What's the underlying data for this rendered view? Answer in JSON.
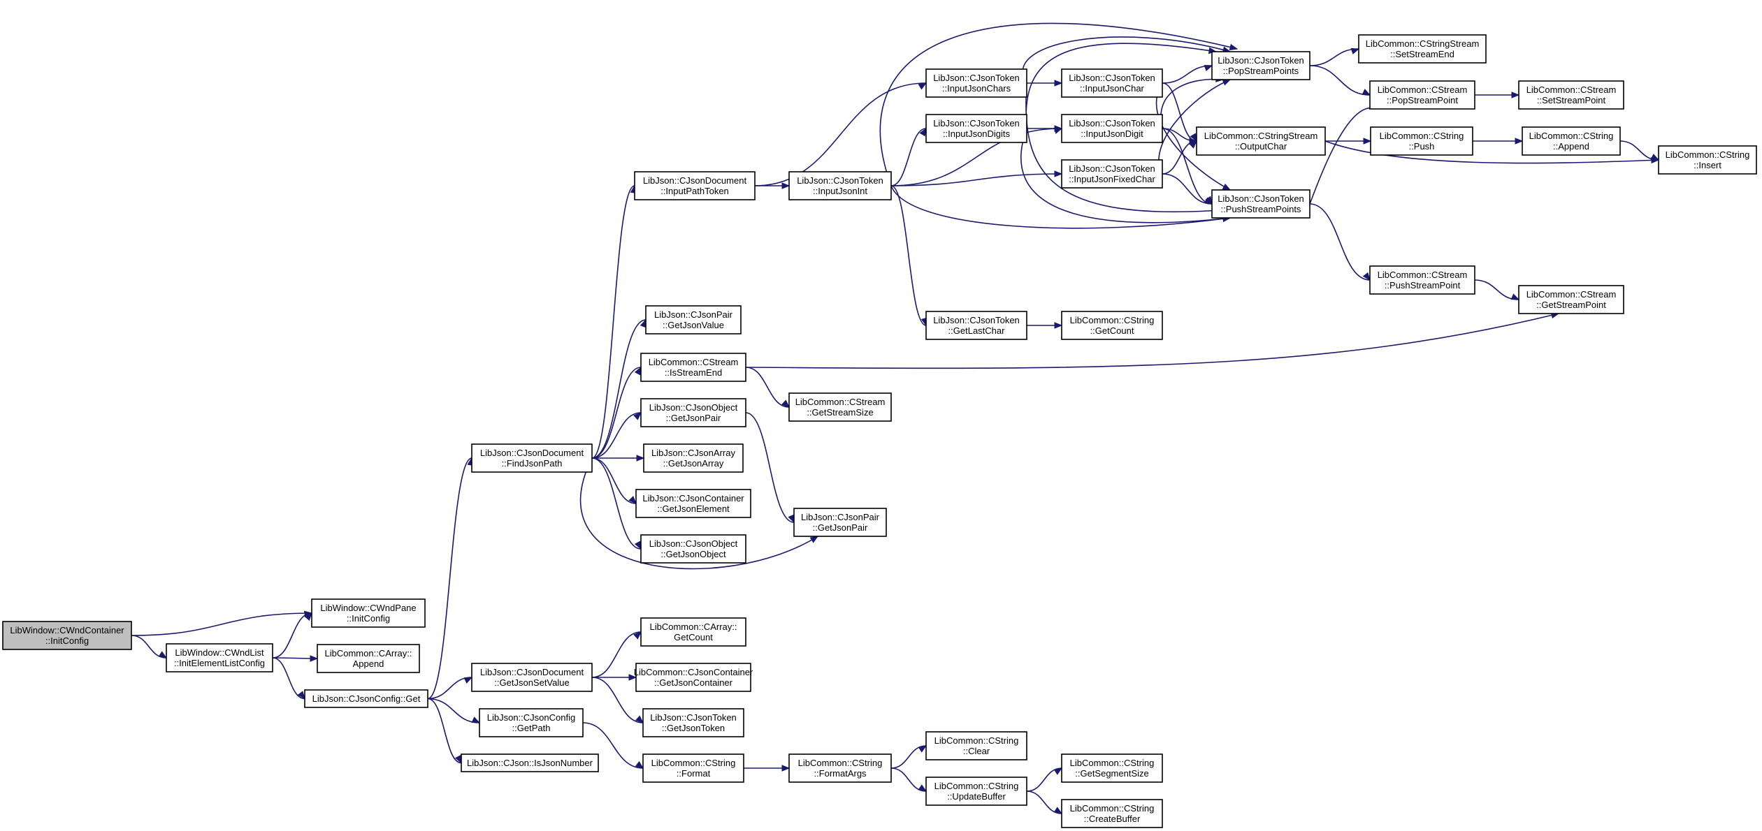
{
  "graph": {
    "edge_color": "#191970",
    "node_fill": "#ffffff",
    "root_fill": "#bfbfbf",
    "border_color": "#000000",
    "nodes": [
      {
        "id": "n0",
        "lines": [
          "LibWindow::CWndContainer",
          "::InitConfig"
        ],
        "root": true
      },
      {
        "id": "n1",
        "lines": [
          "LibWindow::CWndPane",
          "::InitConfig"
        ]
      },
      {
        "id": "n2",
        "lines": [
          "LibWindow::CWndList",
          "::InitElementListConfig"
        ]
      },
      {
        "id": "n3",
        "lines": [
          "LibCommon::CArray::",
          "Append"
        ]
      },
      {
        "id": "n4",
        "lines": [
          "LibJson::CJsonConfig::Get"
        ]
      },
      {
        "id": "n5",
        "lines": [
          "LibJson::CJsonDocument",
          "::FindJsonPath"
        ]
      },
      {
        "id": "n6",
        "lines": [
          "LibJson::CJsonDocument",
          "::GetJsonSetValue"
        ]
      },
      {
        "id": "n7",
        "lines": [
          "LibJson::CJsonConfig",
          "::GetPath"
        ]
      },
      {
        "id": "n8",
        "lines": [
          "LibJson::CJson::IsJsonNumber"
        ]
      },
      {
        "id": "n9",
        "lines": [
          "LibJson::CJsonDocument",
          "::InputPathToken"
        ]
      },
      {
        "id": "n10",
        "lines": [
          "LibJson::CJsonPair",
          "::GetJsonValue"
        ]
      },
      {
        "id": "n11",
        "lines": [
          "LibCommon::CStream",
          "::IsStreamEnd"
        ]
      },
      {
        "id": "n12",
        "lines": [
          "LibJson::CJsonObject",
          "::GetJsonPair"
        ]
      },
      {
        "id": "n13",
        "lines": [
          "LibJson::CJsonArray",
          "::GetJsonArray"
        ]
      },
      {
        "id": "n14",
        "lines": [
          "LibJson::CJsonContainer",
          "::GetJsonElement"
        ]
      },
      {
        "id": "n15",
        "lines": [
          "LibJson::CJsonObject",
          "::GetJsonObject"
        ]
      },
      {
        "id": "n16",
        "lines": [
          "LibCommon::CArray::",
          "GetCount"
        ]
      },
      {
        "id": "n17",
        "lines": [
          "LibCommon::CJsonContainer",
          "::GetJsonContainer"
        ]
      },
      {
        "id": "n18",
        "lines": [
          "LibJson::CJsonToken",
          "::GetJsonToken"
        ]
      },
      {
        "id": "n19",
        "lines": [
          "LibCommon::CString",
          "::Format"
        ]
      },
      {
        "id": "n20",
        "lines": [
          "LibJson::CJsonToken",
          "::InputJsonInt"
        ]
      },
      {
        "id": "n21",
        "lines": [
          "LibCommon::CStream",
          "::GetStreamSize"
        ]
      },
      {
        "id": "n22",
        "lines": [
          "LibJson::CJsonPair",
          "::GetJsonPair"
        ]
      },
      {
        "id": "n23",
        "lines": [
          "LibCommon::CString",
          "::FormatArgs"
        ]
      },
      {
        "id": "n24",
        "lines": [
          "LibJson::CJsonToken",
          "::InputJsonChars"
        ]
      },
      {
        "id": "n25",
        "lines": [
          "LibJson::CJsonToken",
          "::InputJsonDigits"
        ]
      },
      {
        "id": "n26",
        "lines": [
          "LibJson::CJsonToken",
          "::GetLastChar"
        ]
      },
      {
        "id": "n27",
        "lines": [
          "LibCommon::CString",
          "::Clear"
        ]
      },
      {
        "id": "n28",
        "lines": [
          "LibCommon::CString",
          "::UpdateBuffer"
        ]
      },
      {
        "id": "n29",
        "lines": [
          "LibJson::CJsonToken",
          "::InputJsonChar"
        ]
      },
      {
        "id": "n30",
        "lines": [
          "LibJson::CJsonToken",
          "::InputJsonDigit"
        ]
      },
      {
        "id": "n31",
        "lines": [
          "LibJson::CJsonToken",
          "::InputJsonFixedChar"
        ]
      },
      {
        "id": "n32",
        "lines": [
          "LibCommon::CString",
          "::GetCount"
        ]
      },
      {
        "id": "n33",
        "lines": [
          "LibCommon::CString",
          "::GetSegmentSize"
        ]
      },
      {
        "id": "n34",
        "lines": [
          "LibCommon::CString",
          "::CreateBuffer"
        ]
      },
      {
        "id": "n35",
        "lines": [
          "LibJson::CJsonToken",
          "::PopStreamPoints"
        ]
      },
      {
        "id": "n36",
        "lines": [
          "LibCommon::CStringStream",
          "::OutputChar"
        ]
      },
      {
        "id": "n37",
        "lines": [
          "LibJson::CJsonToken",
          "::PushStreamPoints"
        ]
      },
      {
        "id": "n38",
        "lines": [
          "LibCommon::CStringStream",
          "::SetStreamEnd"
        ]
      },
      {
        "id": "n39",
        "lines": [
          "LibCommon::CStream",
          "::PopStreamPoint"
        ]
      },
      {
        "id": "n40",
        "lines": [
          "LibCommon::CString",
          "::Push"
        ]
      },
      {
        "id": "n41",
        "lines": [
          "LibCommon::CStream",
          "::PushStreamPoint"
        ]
      },
      {
        "id": "n42",
        "lines": [
          "LibCommon::CStream",
          "::SetStreamPoint"
        ]
      },
      {
        "id": "n43",
        "lines": [
          "LibCommon::CString",
          "::Append"
        ]
      },
      {
        "id": "n44",
        "lines": [
          "LibCommon::CStream",
          "::GetStreamPoint"
        ]
      },
      {
        "id": "n45",
        "lines": [
          "LibCommon::CString",
          "::Insert"
        ]
      }
    ],
    "edges": [
      [
        "n0",
        "n1"
      ],
      [
        "n0",
        "n2"
      ],
      [
        "n2",
        "n1"
      ],
      [
        "n2",
        "n3"
      ],
      [
        "n2",
        "n4"
      ],
      [
        "n4",
        "n5"
      ],
      [
        "n4",
        "n6"
      ],
      [
        "n4",
        "n7"
      ],
      [
        "n4",
        "n8"
      ],
      [
        "n5",
        "n9"
      ],
      [
        "n5",
        "n10"
      ],
      [
        "n5",
        "n11"
      ],
      [
        "n5",
        "n12"
      ],
      [
        "n5",
        "n13"
      ],
      [
        "n5",
        "n14"
      ],
      [
        "n5",
        "n15"
      ],
      [
        "n5",
        "n22"
      ],
      [
        "n6",
        "n16"
      ],
      [
        "n6",
        "n17"
      ],
      [
        "n6",
        "n18"
      ],
      [
        "n7",
        "n19"
      ],
      [
        "n9",
        "n24"
      ],
      [
        "n9",
        "n20"
      ],
      [
        "n11",
        "n21"
      ],
      [
        "n11",
        "n44"
      ],
      [
        "n12",
        "n22"
      ],
      [
        "n19",
        "n23"
      ],
      [
        "n20",
        "n25"
      ],
      [
        "n20",
        "n30"
      ],
      [
        "n20",
        "n31"
      ],
      [
        "n20",
        "n26"
      ],
      [
        "n20",
        "n35"
      ],
      [
        "n20",
        "n37"
      ],
      [
        "n23",
        "n27"
      ],
      [
        "n23",
        "n28"
      ],
      [
        "n24",
        "n29"
      ],
      [
        "n24",
        "n35"
      ],
      [
        "n24",
        "n37"
      ],
      [
        "n25",
        "n30"
      ],
      [
        "n25",
        "n35"
      ],
      [
        "n25",
        "n37"
      ],
      [
        "n26",
        "n32"
      ],
      [
        "n28",
        "n33"
      ],
      [
        "n28",
        "n34"
      ],
      [
        "n29",
        "n35"
      ],
      [
        "n29",
        "n36"
      ],
      [
        "n29",
        "n37"
      ],
      [
        "n30",
        "n35"
      ],
      [
        "n30",
        "n36"
      ],
      [
        "n30",
        "n37"
      ],
      [
        "n31",
        "n35"
      ],
      [
        "n31",
        "n36"
      ],
      [
        "n31",
        "n37"
      ],
      [
        "n35",
        "n38"
      ],
      [
        "n35",
        "n39"
      ],
      [
        "n36",
        "n40"
      ],
      [
        "n36",
        "n45"
      ],
      [
        "n37",
        "n39"
      ],
      [
        "n37",
        "n41"
      ],
      [
        "n39",
        "n42"
      ],
      [
        "n40",
        "n43"
      ],
      [
        "n41",
        "n44"
      ],
      [
        "n43",
        "n45"
      ]
    ]
  }
}
